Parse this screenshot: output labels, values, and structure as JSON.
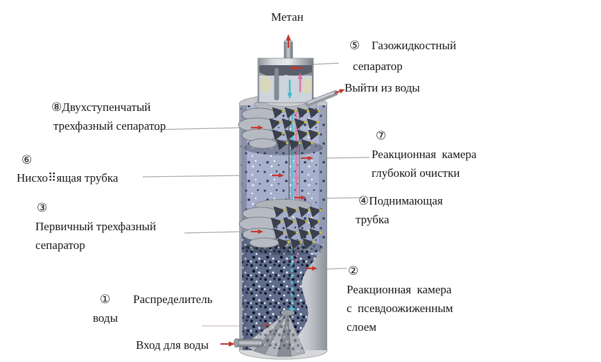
{
  "diagram": {
    "methane": "Метан",
    "separator5": {
      "num": "⑤",
      "l1": "Газожидкостный",
      "l2": "сепаратор"
    },
    "water_out": "Выйти из воды",
    "separator8": {
      "l1": "⑧Двухступенчатый",
      "l2": "трехфазный сепаратор"
    },
    "downpipe6": {
      "num": "⑥",
      "l1": "Нисхо⠿ящая трубка"
    },
    "separator3": {
      "num": "③",
      "l1": "Первичный трехфазный",
      "l2": "сепаратор"
    },
    "chamber7": {
      "num": "⑦",
      "l1": "Реакционная  камера",
      "l2": "глубокой очистки"
    },
    "riser4": {
      "l1": "④Поднимающая",
      "l2": "трубка"
    },
    "chamber2": {
      "num": "②",
      "l1": "Реакционная  камера",
      "l2": "с  псевдоожиженным",
      "l3": "слоем"
    },
    "distributor1": {
      "num": "①",
      "l1": "Распределитель",
      "l2": "воды"
    },
    "water_in": "Вход для воды",
    "colors": {
      "flow_up_gas": "#c2392e",
      "flow_down_water": "#3cb9ce",
      "flow_up_water": "#e171a3",
      "vessel_interior": "#99a2c0",
      "vessel_shell": "#d6d8db"
    }
  }
}
